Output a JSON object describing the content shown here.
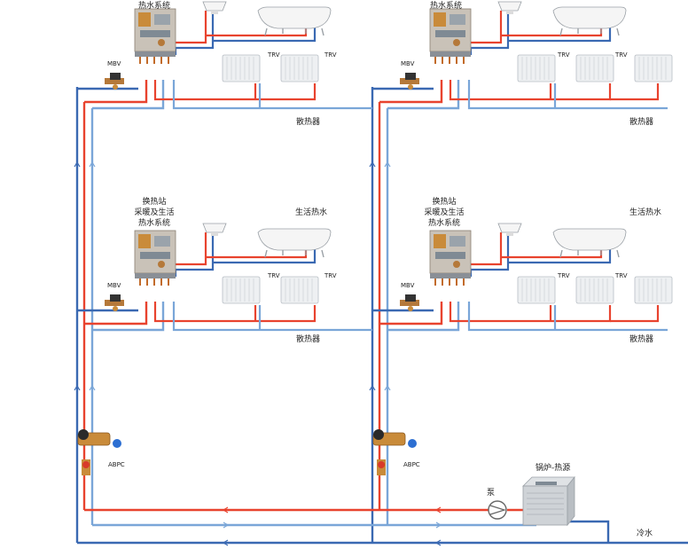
{
  "labels": {
    "station_top": "热水系统",
    "station_line1": "换热站",
    "station_line2": "采暖及生活",
    "station_line3": "热水系统",
    "domestic_hot_water": "生活热水",
    "radiators": "散热器",
    "mbv": "MBV",
    "trv": "TRV",
    "abpc": "ABPC",
    "pump": "泵",
    "boiler": "锅炉-热源",
    "cold_water": "冷水"
  },
  "colors": {
    "supply": "#e8432e",
    "return": "#7aa6d8",
    "riser_blue": "#3a69b2",
    "radiator": "#eef0f2",
    "fixture": "#f5f5f5"
  }
}
